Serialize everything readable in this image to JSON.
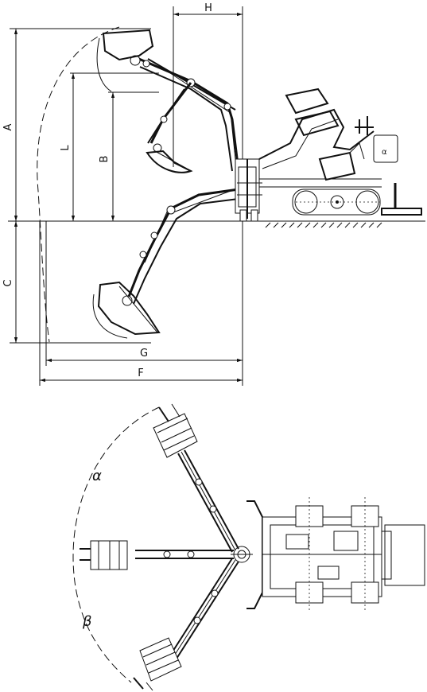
{
  "side_view": {
    "dimensions": {
      "A": "A",
      "B": "B",
      "C": "C",
      "L": "L",
      "H": "H",
      "G": "G",
      "F": "F"
    },
    "cab_marker": "α"
  },
  "top_view": {
    "angles": {
      "alpha": "α",
      "beta": "β"
    }
  }
}
